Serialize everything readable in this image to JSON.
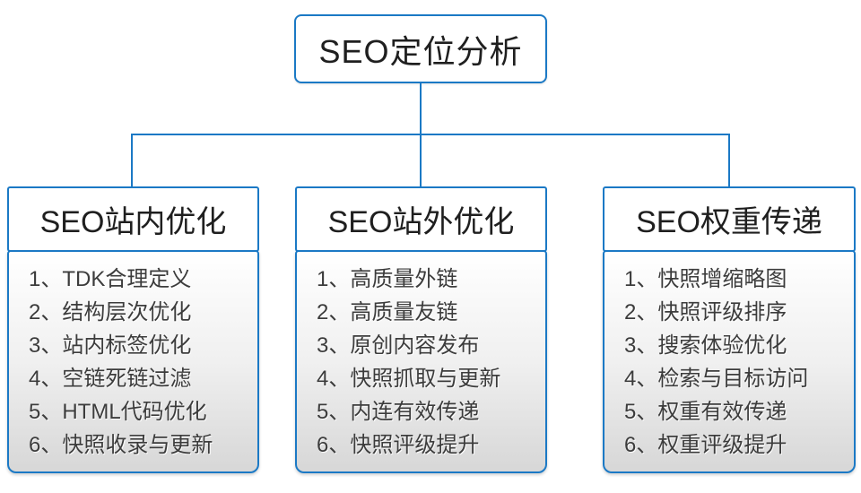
{
  "colors": {
    "border_blue": "#1b79c5",
    "body_gradient_top": "#ffffff",
    "body_gradient_bottom": "#d7d7d7"
  },
  "root": {
    "title": "SEO定位分析"
  },
  "columns": [
    {
      "title": "SEO站内优化",
      "items": [
        "1、TDK合理定义",
        "2、结构层次优化",
        "3、站内标签优化",
        "4、空链死链过滤",
        "5、HTML代码优化",
        "6、快照收录与更新"
      ]
    },
    {
      "title": "SEO站外优化",
      "items": [
        "1、高质量外链",
        "2、高质量友链",
        "3、原创内容发布",
        "4、快照抓取与更新",
        "5、内连有效传递",
        "6、快照评级提升"
      ]
    },
    {
      "title": "SEO权重传递",
      "items": [
        "1、快照增缩略图",
        "2、快照评级排序",
        "3、搜索体验优化",
        "4、检索与目标访问",
        "5、权重有效传递",
        "6、权重评级提升"
      ]
    }
  ]
}
